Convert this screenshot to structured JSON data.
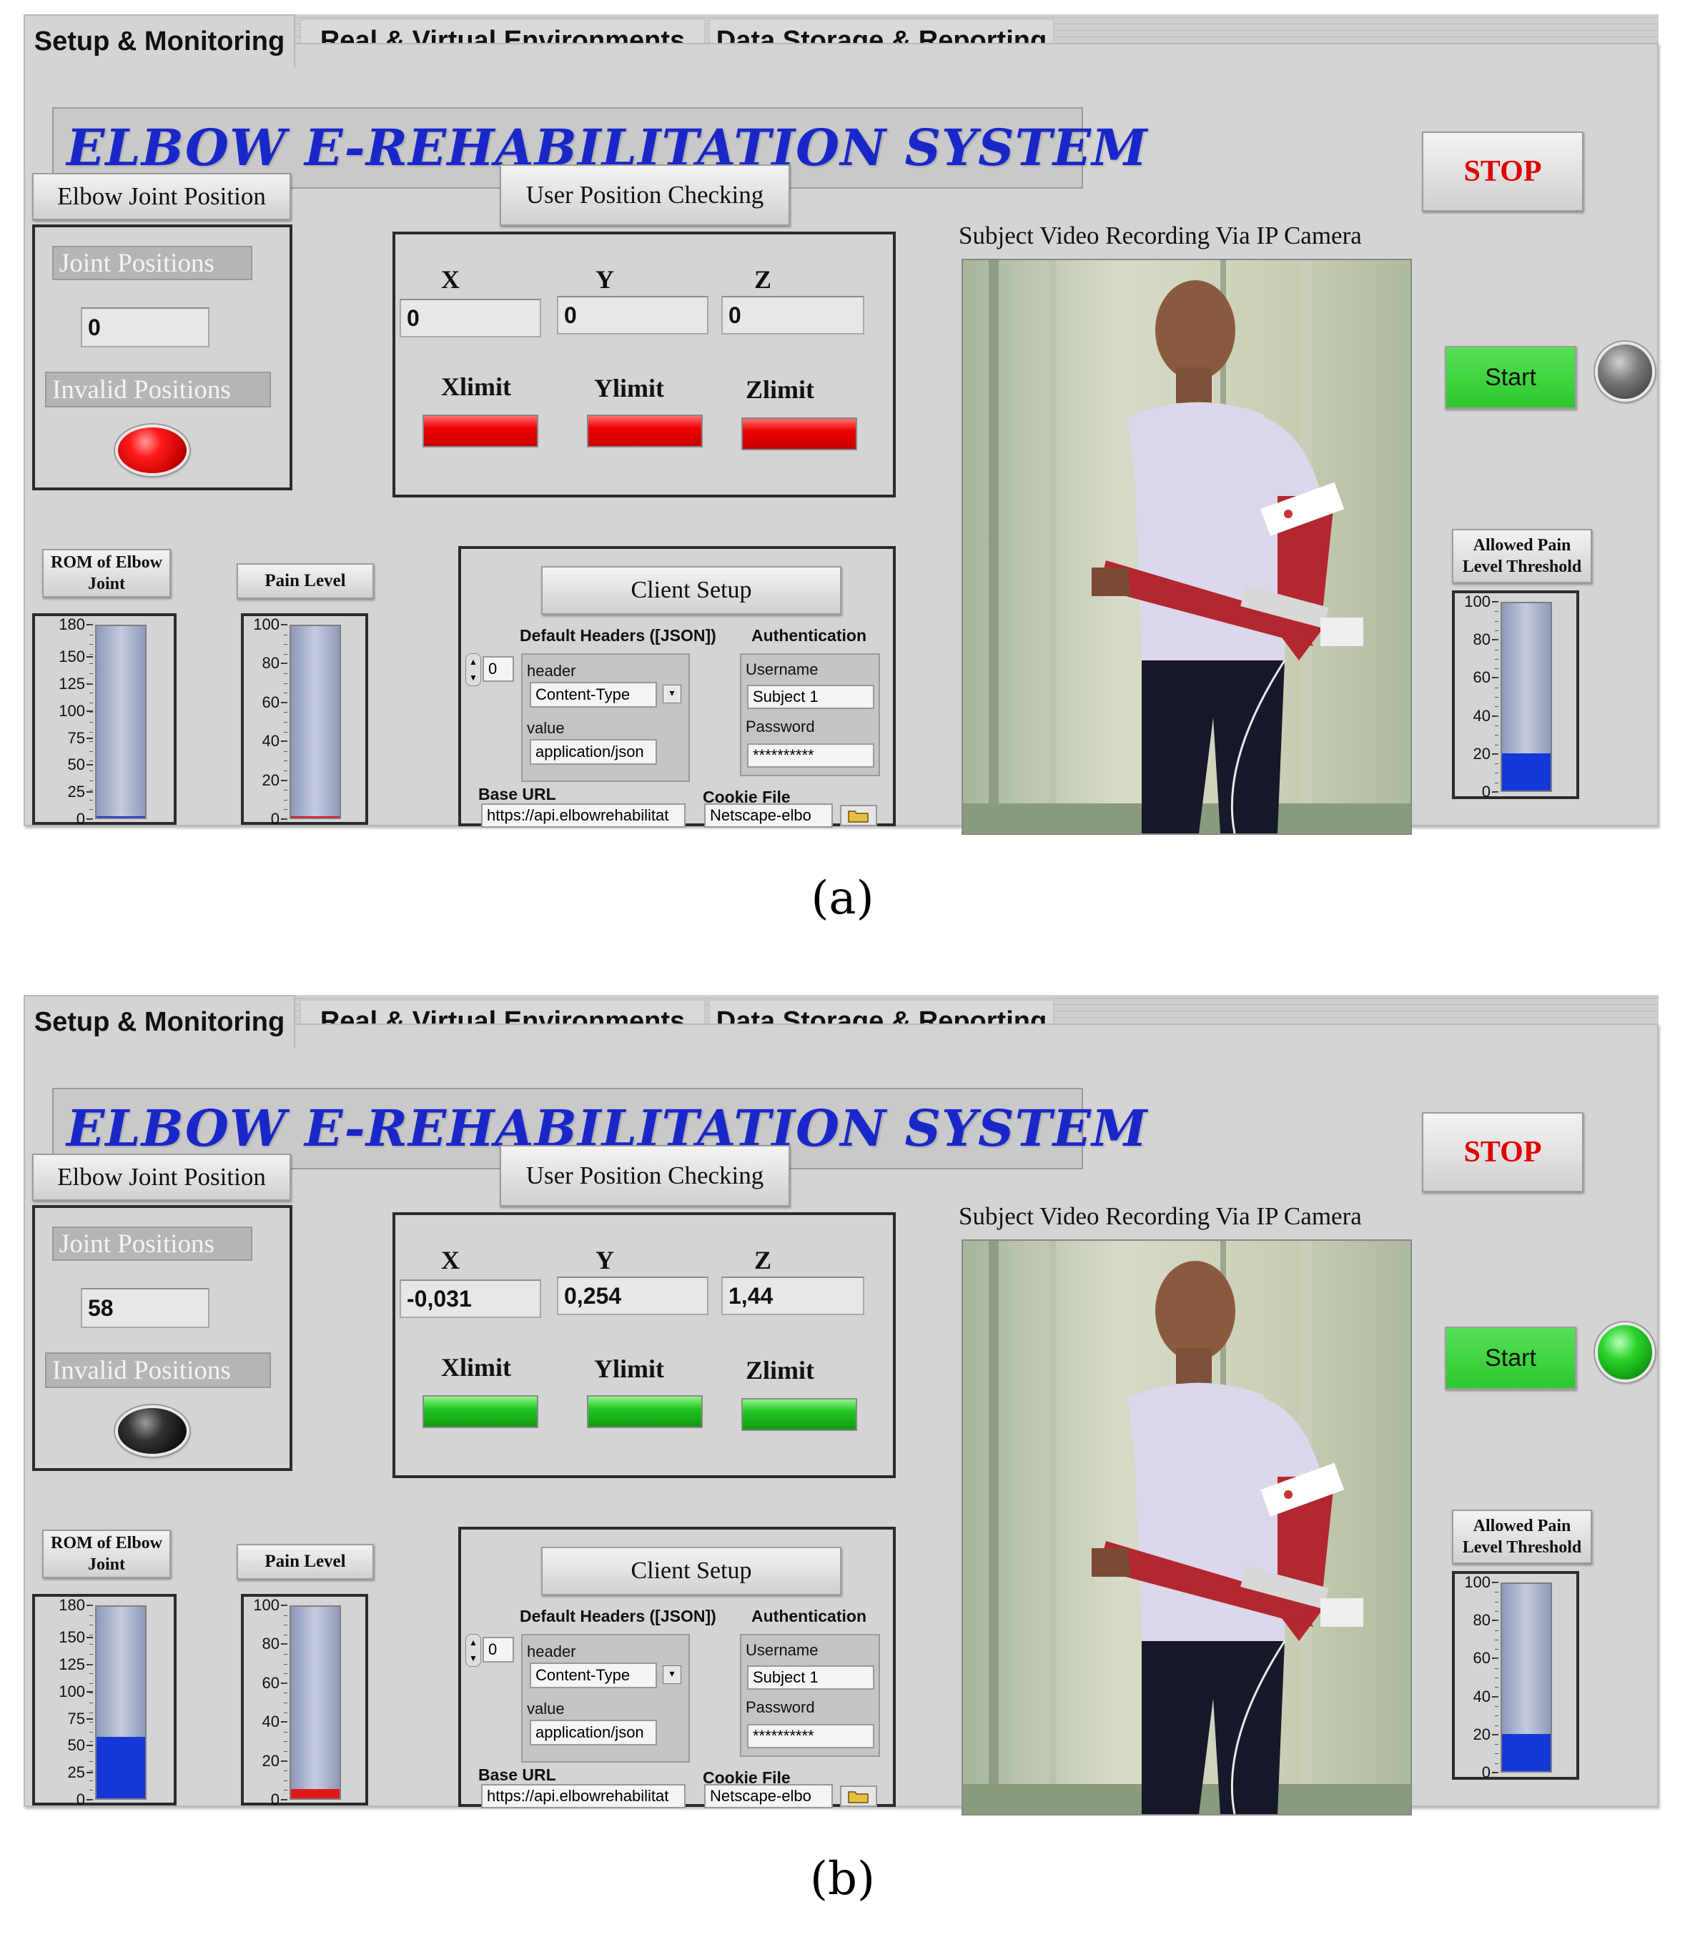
{
  "tabs": [
    "Setup & Monitoring",
    "Real & Virtual Environments",
    "Data Storage & Reporting"
  ],
  "app_title": "ELBOW E-REHABILITATION SYSTEM",
  "stop_label": "STOP",
  "start_label": "Start",
  "elbow_joint_position": "Elbow Joint Position",
  "joint_positions_label": "Joint Positions",
  "invalid_positions_label": "Invalid Positions",
  "user_position_checking": "User Position Checking",
  "axis": {
    "x": "X",
    "y": "Y",
    "z": "Z"
  },
  "limits": {
    "x": "Xlimit",
    "y": "Ylimit",
    "z": "Zlimit"
  },
  "video_label": "Subject Video Recording Via IP Camera",
  "rom_label": [
    "ROM of Elbow",
    "Joint"
  ],
  "pain_label": "Pain Level",
  "allowed_pain_label": [
    "Allowed Pain",
    "Level Threshold"
  ],
  "rom_ticks": [
    "180",
    "150",
    "125",
    "100",
    "75",
    "50",
    "25",
    "0"
  ],
  "pain_ticks": [
    "100",
    "80",
    "60",
    "40",
    "20",
    "0"
  ],
  "client": {
    "title": "Client Setup",
    "default_headers": "Default Headers ([JSON])",
    "authentication": "Authentication",
    "index": "0",
    "header_label": "header",
    "header_value": "Content-Type",
    "value_label": "value",
    "value_value": "application/json",
    "username_label": "Username",
    "username": "Subject 1",
    "password_label": "Password",
    "password": "**********",
    "base_url_label": "Base URL",
    "base_url": "https://api.elbowrehabilitat",
    "cookie_file_label": "Cookie File",
    "cookie_file": "Netscape-elbo"
  },
  "panels": [
    {
      "caption": "(a)",
      "joint_position": "0",
      "x": "0",
      "y": "0",
      "z": "0",
      "limit_state": "red",
      "invalid_led": "red",
      "start_led": "gray",
      "rom_value": 0,
      "pain_value": 0,
      "allowed_pain_value": 20
    },
    {
      "caption": "(b)",
      "joint_position": "58",
      "x": "-0,031",
      "y": "0,254",
      "z": "1,44",
      "limit_state": "green",
      "invalid_led": "black",
      "start_led": "green",
      "rom_value": 58,
      "pain_value": 5,
      "allowed_pain_value": 20
    }
  ],
  "colors": {
    "title_blue": "#1a27c8",
    "stop_red": "#e00000",
    "start_green": "#2ec82e",
    "fill_blue": "#1438d8",
    "fill_red": "#e01818"
  }
}
